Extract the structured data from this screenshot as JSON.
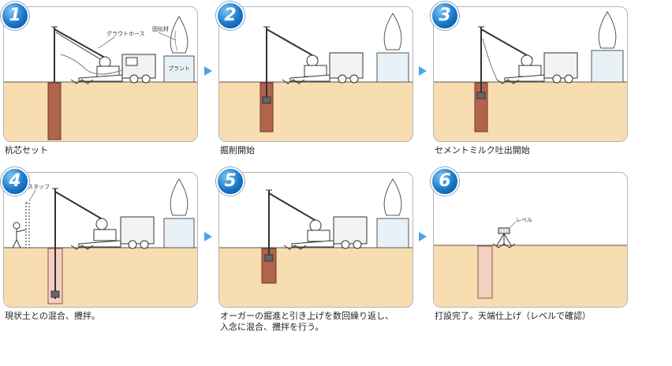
{
  "steps": [
    {
      "number": "1",
      "caption": "杭芯セット",
      "labels": {
        "hose": "グラウトホース",
        "material": "固化材",
        "plant": "プラント"
      }
    },
    {
      "number": "2",
      "caption": "掘削開始"
    },
    {
      "number": "3",
      "caption": "セメントミルク吐出開始"
    },
    {
      "number": "4",
      "caption": "現状土との混合、攪拌。",
      "labels": {
        "staff": "スタッフ"
      }
    },
    {
      "number": "5",
      "caption": "オーガーの掘進と引き上げを数回繰り返し、\n入念に混合、攪拌を行う。"
    },
    {
      "number": "6",
      "caption": "打設完了。天端仕上げ（レベルで確認）",
      "labels": {
        "level": "レベル"
      }
    }
  ],
  "colors": {
    "ground": "#f7ddb0",
    "column_dark": "#b0644c",
    "column_light": "#f5cfc0",
    "badge": "#1a77c9",
    "arrow": "#4aa3e6"
  }
}
